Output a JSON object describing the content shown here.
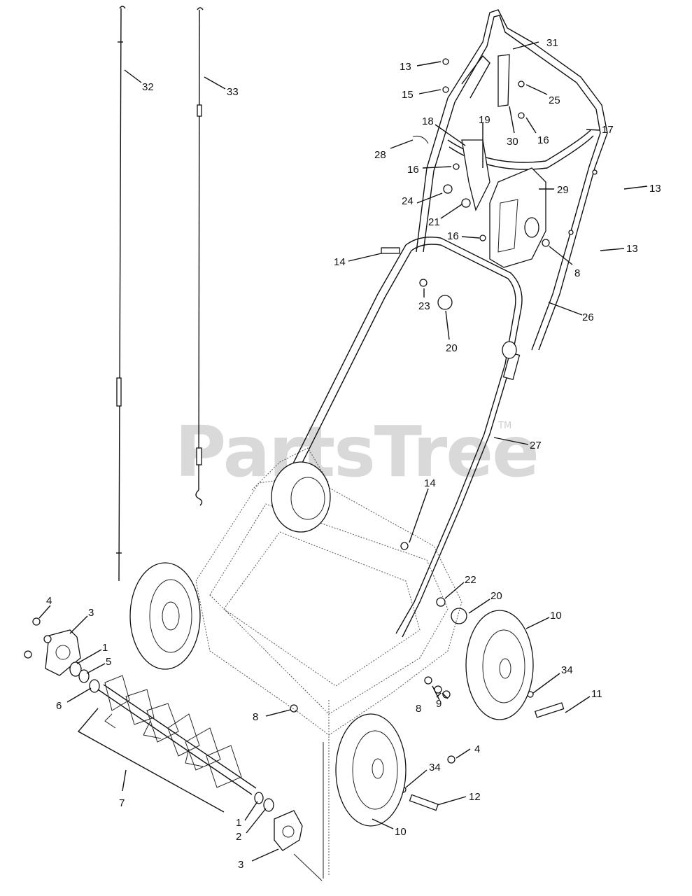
{
  "watermark": {
    "text": "PartsTree",
    "tm": "TM"
  },
  "callouts": {
    "c31": "31",
    "c13a": "13",
    "c25": "25",
    "c15": "15",
    "c16a": "16",
    "c30": "30",
    "c17": "17",
    "c18": "18",
    "c19": "19",
    "c28": "28",
    "c16b": "16",
    "c13b": "13",
    "c29": "29",
    "c24": "24",
    "c21": "21",
    "c16c": "16",
    "c13c": "13",
    "c8a": "8",
    "c14a": "14",
    "c26": "26",
    "c23": "23",
    "c20a": "20",
    "c27": "27",
    "c32": "32",
    "c33": "33",
    "c14b": "14",
    "c22": "22",
    "c20b": "20",
    "c10a": "10",
    "c4a": "4",
    "c3a": "3",
    "c1a": "1",
    "c5": "5",
    "c6": "6",
    "c34a": "34",
    "c11": "11",
    "c8b": "8",
    "c9": "9",
    "c8c": "8",
    "c4b": "4",
    "c7": "7",
    "c34b": "34",
    "c12": "12",
    "c1b": "1",
    "c2": "2",
    "c10b": "10",
    "c3b": "3"
  }
}
